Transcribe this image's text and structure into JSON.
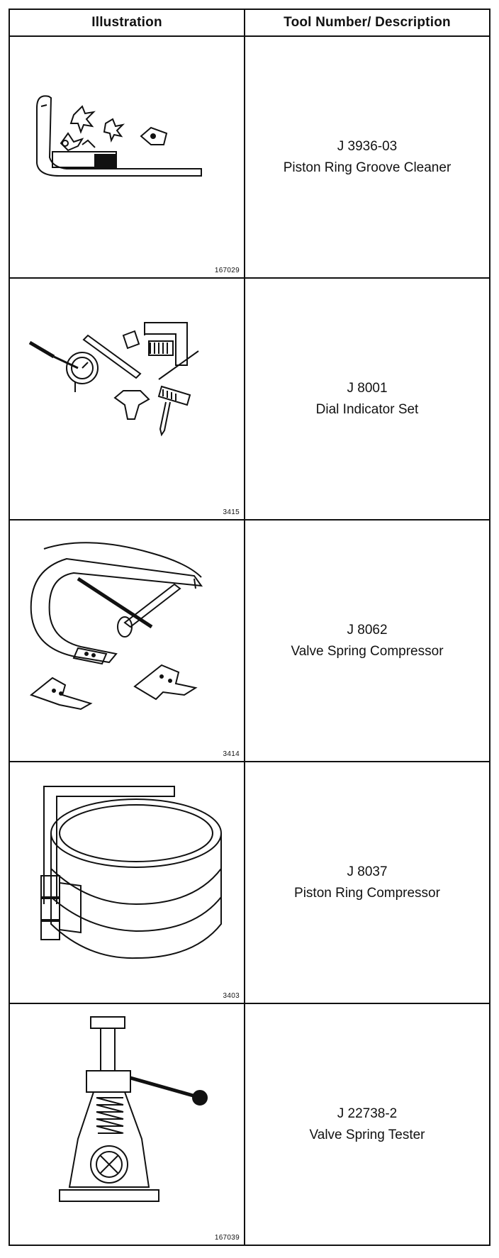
{
  "header": {
    "illustration": "Illustration",
    "tool": "Tool Number/ Description"
  },
  "rows": [
    {
      "fig_id": "167029",
      "tool_number": "J 3936-03",
      "description": "Piston Ring Groove Cleaner",
      "icon": "groove-cleaner-icon"
    },
    {
      "fig_id": "3415",
      "tool_number": "J 8001",
      "description": "Dial Indicator Set",
      "icon": "dial-indicator-icon"
    },
    {
      "fig_id": "3414",
      "tool_number": "J 8062",
      "description": "Valve Spring Compressor",
      "icon": "spring-compressor-icon"
    },
    {
      "fig_id": "3403",
      "tool_number": "J 8037",
      "description": "Piston Ring Compressor",
      "icon": "ring-compressor-icon"
    },
    {
      "fig_id": "167039",
      "tool_number": "J 22738-2",
      "description": "Valve Spring Tester",
      "icon": "spring-tester-icon"
    }
  ]
}
